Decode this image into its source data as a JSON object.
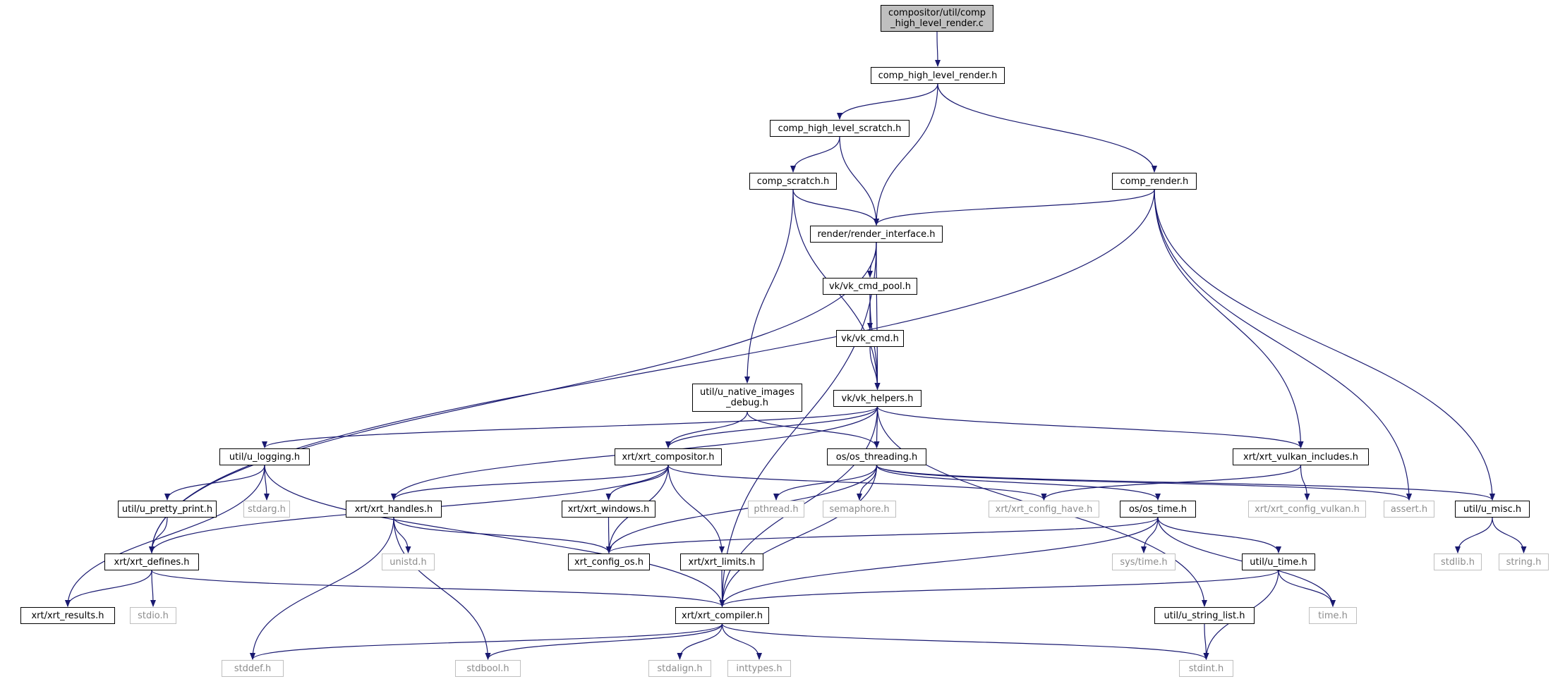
{
  "colors": {
    "edge": "#191970",
    "node_border": "#000000",
    "system_border": "#bfbfbf",
    "system_text": "#8c8c8c",
    "root_fill": "#bfbfbf"
  },
  "nodes": [
    {
      "id": "root",
      "label": [
        "compositor/util/comp",
        "_high_level_render.c"
      ],
      "kind": "root"
    },
    {
      "id": "chlr_h",
      "label": [
        "comp_high_level_render.h"
      ],
      "kind": "header"
    },
    {
      "id": "chls_h",
      "label": [
        "comp_high_level_scratch.h"
      ],
      "kind": "header"
    },
    {
      "id": "cscratch_h",
      "label": [
        "comp_scratch.h"
      ],
      "kind": "header"
    },
    {
      "id": "crender_h",
      "label": [
        "comp_render.h"
      ],
      "kind": "header"
    },
    {
      "id": "rinterface_h",
      "label": [
        "render/render_interface.h"
      ],
      "kind": "header"
    },
    {
      "id": "vkpool_h",
      "label": [
        "vk/vk_cmd_pool.h"
      ],
      "kind": "header"
    },
    {
      "id": "vkcmd_h",
      "label": [
        "vk/vk_cmd.h"
      ],
      "kind": "header"
    },
    {
      "id": "unative_h",
      "label": [
        "util/u_native_images",
        "_debug.h"
      ],
      "kind": "header"
    },
    {
      "id": "vkhelpers_h",
      "label": [
        "vk/vk_helpers.h"
      ],
      "kind": "header"
    },
    {
      "id": "ulogging_h",
      "label": [
        "util/u_logging.h"
      ],
      "kind": "header"
    },
    {
      "id": "xcomp_h",
      "label": [
        "xrt/xrt_compositor.h"
      ],
      "kind": "header"
    },
    {
      "id": "osthread_h",
      "label": [
        "os/os_threading.h"
      ],
      "kind": "header"
    },
    {
      "id": "xvulkan_h",
      "label": [
        "xrt/xrt_vulkan_includes.h"
      ],
      "kind": "header"
    },
    {
      "id": "upretty_h",
      "label": [
        "util/u_pretty_print.h"
      ],
      "kind": "header"
    },
    {
      "id": "stdarg_h",
      "label": [
        "stdarg.h"
      ],
      "kind": "system"
    },
    {
      "id": "xhandles_h",
      "label": [
        "xrt/xrt_handles.h"
      ],
      "kind": "header"
    },
    {
      "id": "xwindows_h",
      "label": [
        "xrt/xrt_windows.h"
      ],
      "kind": "header"
    },
    {
      "id": "pthread_h",
      "label": [
        "pthread.h"
      ],
      "kind": "system"
    },
    {
      "id": "semaphore_h",
      "label": [
        "semaphore.h"
      ],
      "kind": "system"
    },
    {
      "id": "xhave_h",
      "label": [
        "xrt/xrt_config_have.h"
      ],
      "kind": "system"
    },
    {
      "id": "ostime_h",
      "label": [
        "os/os_time.h"
      ],
      "kind": "header"
    },
    {
      "id": "xcfgvulkan_h",
      "label": [
        "xrt/xrt_config_vulkan.h"
      ],
      "kind": "system"
    },
    {
      "id": "assert_h",
      "label": [
        "assert.h"
      ],
      "kind": "system"
    },
    {
      "id": "umisc_h",
      "label": [
        "util/u_misc.h"
      ],
      "kind": "header"
    },
    {
      "id": "xdefines_h",
      "label": [
        "xrt/xrt_defines.h"
      ],
      "kind": "header"
    },
    {
      "id": "unistd_h",
      "label": [
        "unistd.h"
      ],
      "kind": "system"
    },
    {
      "id": "xcfgos_h",
      "label": [
        "xrt_config_os.h"
      ],
      "kind": "header"
    },
    {
      "id": "xlimits_h",
      "label": [
        "xrt/xrt_limits.h"
      ],
      "kind": "header"
    },
    {
      "id": "systime_h",
      "label": [
        "sys/time.h"
      ],
      "kind": "system"
    },
    {
      "id": "utime_h",
      "label": [
        "util/u_time.h"
      ],
      "kind": "header"
    },
    {
      "id": "stdlib_h",
      "label": [
        "stdlib.h"
      ],
      "kind": "system"
    },
    {
      "id": "string_h",
      "label": [
        "string.h"
      ],
      "kind": "system"
    },
    {
      "id": "xresults_h",
      "label": [
        "xrt/xrt_results.h"
      ],
      "kind": "header"
    },
    {
      "id": "stdio_h",
      "label": [
        "stdio.h"
      ],
      "kind": "system"
    },
    {
      "id": "xcompiler_h",
      "label": [
        "xrt/xrt_compiler.h"
      ],
      "kind": "header"
    },
    {
      "id": "ustrlist_h",
      "label": [
        "util/u_string_list.h"
      ],
      "kind": "header"
    },
    {
      "id": "time_h",
      "label": [
        "time.h"
      ],
      "kind": "system"
    },
    {
      "id": "stddef_h",
      "label": [
        "stddef.h"
      ],
      "kind": "system"
    },
    {
      "id": "stdbool_h",
      "label": [
        "stdbool.h"
      ],
      "kind": "system"
    },
    {
      "id": "stdalign_h",
      "label": [
        "stdalign.h"
      ],
      "kind": "system"
    },
    {
      "id": "inttypes_h",
      "label": [
        "inttypes.h"
      ],
      "kind": "system"
    },
    {
      "id": "stdint_h",
      "label": [
        "stdint.h"
      ],
      "kind": "system"
    }
  ],
  "edges": [
    [
      "root",
      "chlr_h"
    ],
    [
      "chlr_h",
      "chls_h"
    ],
    [
      "chlr_h",
      "rinterface_h"
    ],
    [
      "chlr_h",
      "crender_h"
    ],
    [
      "chls_h",
      "cscratch_h"
    ],
    [
      "chls_h",
      "rinterface_h"
    ],
    [
      "cscratch_h",
      "rinterface_h"
    ],
    [
      "cscratch_h",
      "vkhelpers_h"
    ],
    [
      "cscratch_h",
      "unative_h"
    ],
    [
      "crender_h",
      "rinterface_h"
    ],
    [
      "crender_h",
      "xdefines_h"
    ],
    [
      "crender_h",
      "xvulkan_h"
    ],
    [
      "crender_h",
      "assert_h"
    ],
    [
      "crender_h",
      "umisc_h"
    ],
    [
      "rinterface_h",
      "vkpool_h"
    ],
    [
      "rinterface_h",
      "vkhelpers_h"
    ],
    [
      "rinterface_h",
      "xdefines_h"
    ],
    [
      "rinterface_h",
      "xcompiler_h"
    ],
    [
      "vkpool_h",
      "vkcmd_h"
    ],
    [
      "vkpool_h",
      "vkhelpers_h"
    ],
    [
      "vkcmd_h",
      "vkhelpers_h"
    ],
    [
      "unative_h",
      "xcomp_h"
    ],
    [
      "unative_h",
      "osthread_h"
    ],
    [
      "vkhelpers_h",
      "ulogging_h"
    ],
    [
      "vkhelpers_h",
      "xcomp_h"
    ],
    [
      "vkhelpers_h",
      "osthread_h"
    ],
    [
      "vkhelpers_h",
      "xvulkan_h"
    ],
    [
      "vkhelpers_h",
      "xhandles_h"
    ],
    [
      "vkhelpers_h",
      "xcompiler_h"
    ],
    [
      "vkhelpers_h",
      "ustrlist_h"
    ],
    [
      "ulogging_h",
      "upretty_h"
    ],
    [
      "ulogging_h",
      "stdarg_h"
    ],
    [
      "ulogging_h",
      "xresults_h"
    ],
    [
      "ulogging_h",
      "xcompiler_h"
    ],
    [
      "xcomp_h",
      "xhandles_h"
    ],
    [
      "xcomp_h",
      "xwindows_h"
    ],
    [
      "xcomp_h",
      "xlimits_h"
    ],
    [
      "xcomp_h",
      "xcfgos_h"
    ],
    [
      "xcomp_h",
      "xhave_h"
    ],
    [
      "xcomp_h",
      "xdefines_h"
    ],
    [
      "osthread_h",
      "pthread_h"
    ],
    [
      "osthread_h",
      "semaphore_h"
    ],
    [
      "osthread_h",
      "ostime_h"
    ],
    [
      "osthread_h",
      "xcfgos_h"
    ],
    [
      "osthread_h",
      "xcompiler_h"
    ],
    [
      "osthread_h",
      "umisc_h"
    ],
    [
      "osthread_h",
      "assert_h"
    ],
    [
      "xvulkan_h",
      "xhave_h"
    ],
    [
      "xvulkan_h",
      "xcfgvulkan_h"
    ],
    [
      "upretty_h",
      "xdefines_h"
    ],
    [
      "xhandles_h",
      "xcfgos_h"
    ],
    [
      "xhandles_h",
      "unistd_h"
    ],
    [
      "xhandles_h",
      "stdbool_h"
    ],
    [
      "xhandles_h",
      "stddef_h"
    ],
    [
      "xwindows_h",
      "xcfgos_h"
    ],
    [
      "xlimits_h",
      "xcompiler_h"
    ],
    [
      "ostime_h",
      "systime_h"
    ],
    [
      "ostime_h",
      "utime_h"
    ],
    [
      "ostime_h",
      "time_h"
    ],
    [
      "ostime_h",
      "xcfgos_h"
    ],
    [
      "ostime_h",
      "xcompiler_h"
    ],
    [
      "umisc_h",
      "stdlib_h"
    ],
    [
      "umisc_h",
      "string_h"
    ],
    [
      "xdefines_h",
      "xresults_h"
    ],
    [
      "xdefines_h",
      "stdio_h"
    ],
    [
      "xdefines_h",
      "xcompiler_h"
    ],
    [
      "utime_h",
      "xcompiler_h"
    ],
    [
      "utime_h",
      "time_h"
    ],
    [
      "utime_h",
      "stdint_h"
    ],
    [
      "ustrlist_h",
      "stdint_h"
    ],
    [
      "xcompiler_h",
      "stddef_h"
    ],
    [
      "xcompiler_h",
      "stdbool_h"
    ],
    [
      "xcompiler_h",
      "stdalign_h"
    ],
    [
      "xcompiler_h",
      "inttypes_h"
    ],
    [
      "xcompiler_h",
      "stdint_h"
    ]
  ]
}
